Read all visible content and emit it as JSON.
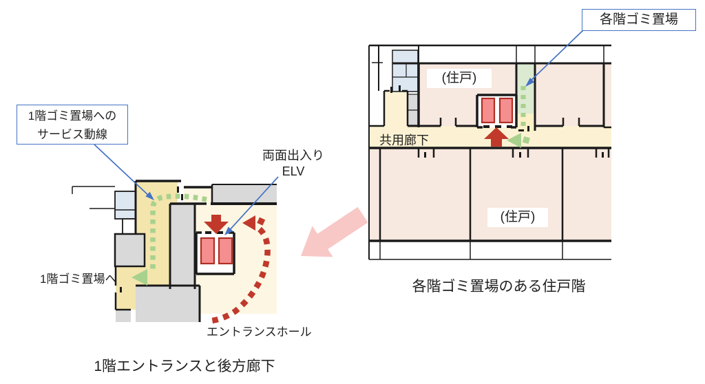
{
  "right_plan": {
    "callout": "各階ゴミ置場",
    "corridor_label": "共用廊下",
    "unit_label_upper": "(住戸)",
    "unit_label_lower": "(住戸)",
    "caption": "各階ゴミ置場のある住戸階"
  },
  "left_plan": {
    "callout_line1": "1階ゴミ置場への",
    "callout_line2": "サービス動線",
    "elv_label_line1": "両面出入り",
    "elv_label_line2": "ELV",
    "to_garbage_label": "1階ゴミ置場へ",
    "entrance_hall_label": "エントランスホール",
    "caption": "1階エントランスと後方廊下"
  },
  "icons": {
    "pink_block_arrow": "large pink arrow pointing from right plan to left plan",
    "red_route": "red dotted resident route with block arrows",
    "green_route": "green dashed garbage service route with triangle arrows",
    "blue_leader_arrow": "blue callout leader line with arrowhead",
    "elevator": "two red elevator cars in white shaft"
  },
  "colors": {
    "accent_blue": "#4472c4",
    "wall_black": "#1a1a1a",
    "room_pink": "#f7e8e0",
    "corridor_yellow": "#fcf2d3",
    "service_corridor_yellow": "#f3e5ac",
    "hall_cream": "#fdf6e3",
    "garbage_green_bg": "#dcead2",
    "route_green": "#a9d18e",
    "route_red": "#c0392b",
    "elevator_red": "#f58f8f",
    "elevator_red_border": "#b02e23",
    "big_arrow_pink": "#f8c8c6",
    "gray_room": "#d9d9d9",
    "stair_blue": "#dde7f2"
  }
}
